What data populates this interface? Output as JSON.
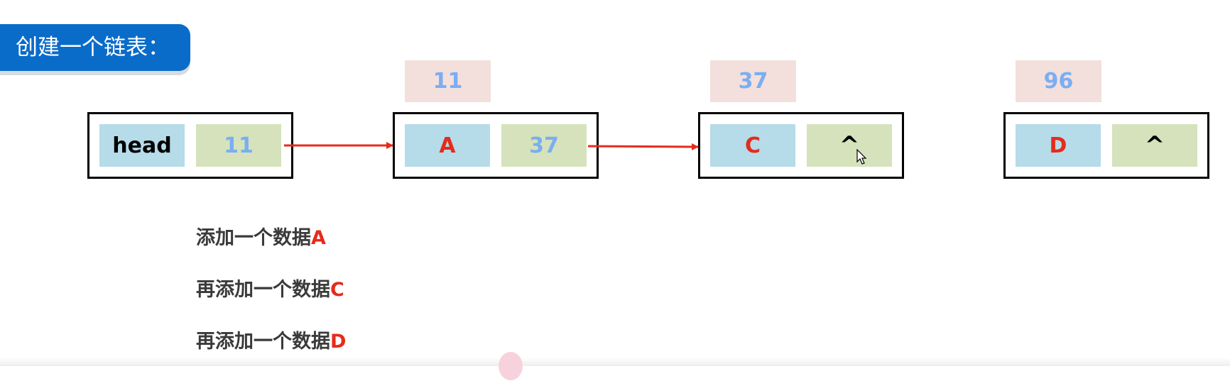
{
  "title": "创建一个链表：",
  "nodes": [
    {
      "data": "head",
      "next": "11",
      "data_color": "#000000",
      "next_color": "#7aaef2"
    },
    {
      "data": "A",
      "next": "37",
      "data_color": "#e52b1c",
      "next_color": "#7aaef2"
    },
    {
      "data": "C",
      "next": "^",
      "data_color": "#e52b1c",
      "next_color": "#000000"
    },
    {
      "data": "D",
      "next": "^",
      "data_color": "#e52b1c",
      "next_color": "#000000"
    }
  ],
  "addresses": [
    "11",
    "37",
    "96"
  ],
  "steps": [
    {
      "text": "添加一个数据",
      "value": "A"
    },
    {
      "text": "再添加一个数据",
      "value": "C"
    },
    {
      "text": "再添加一个数据",
      "value": "D"
    }
  ],
  "colors": {
    "title_bg": "#0a6cc9",
    "data_cell": "#b6dbe9",
    "next_cell": "#d5e2bc",
    "address_bg": "#f3dfdc",
    "address_text": "#7aaef2",
    "arrow": "#e52b1c"
  }
}
